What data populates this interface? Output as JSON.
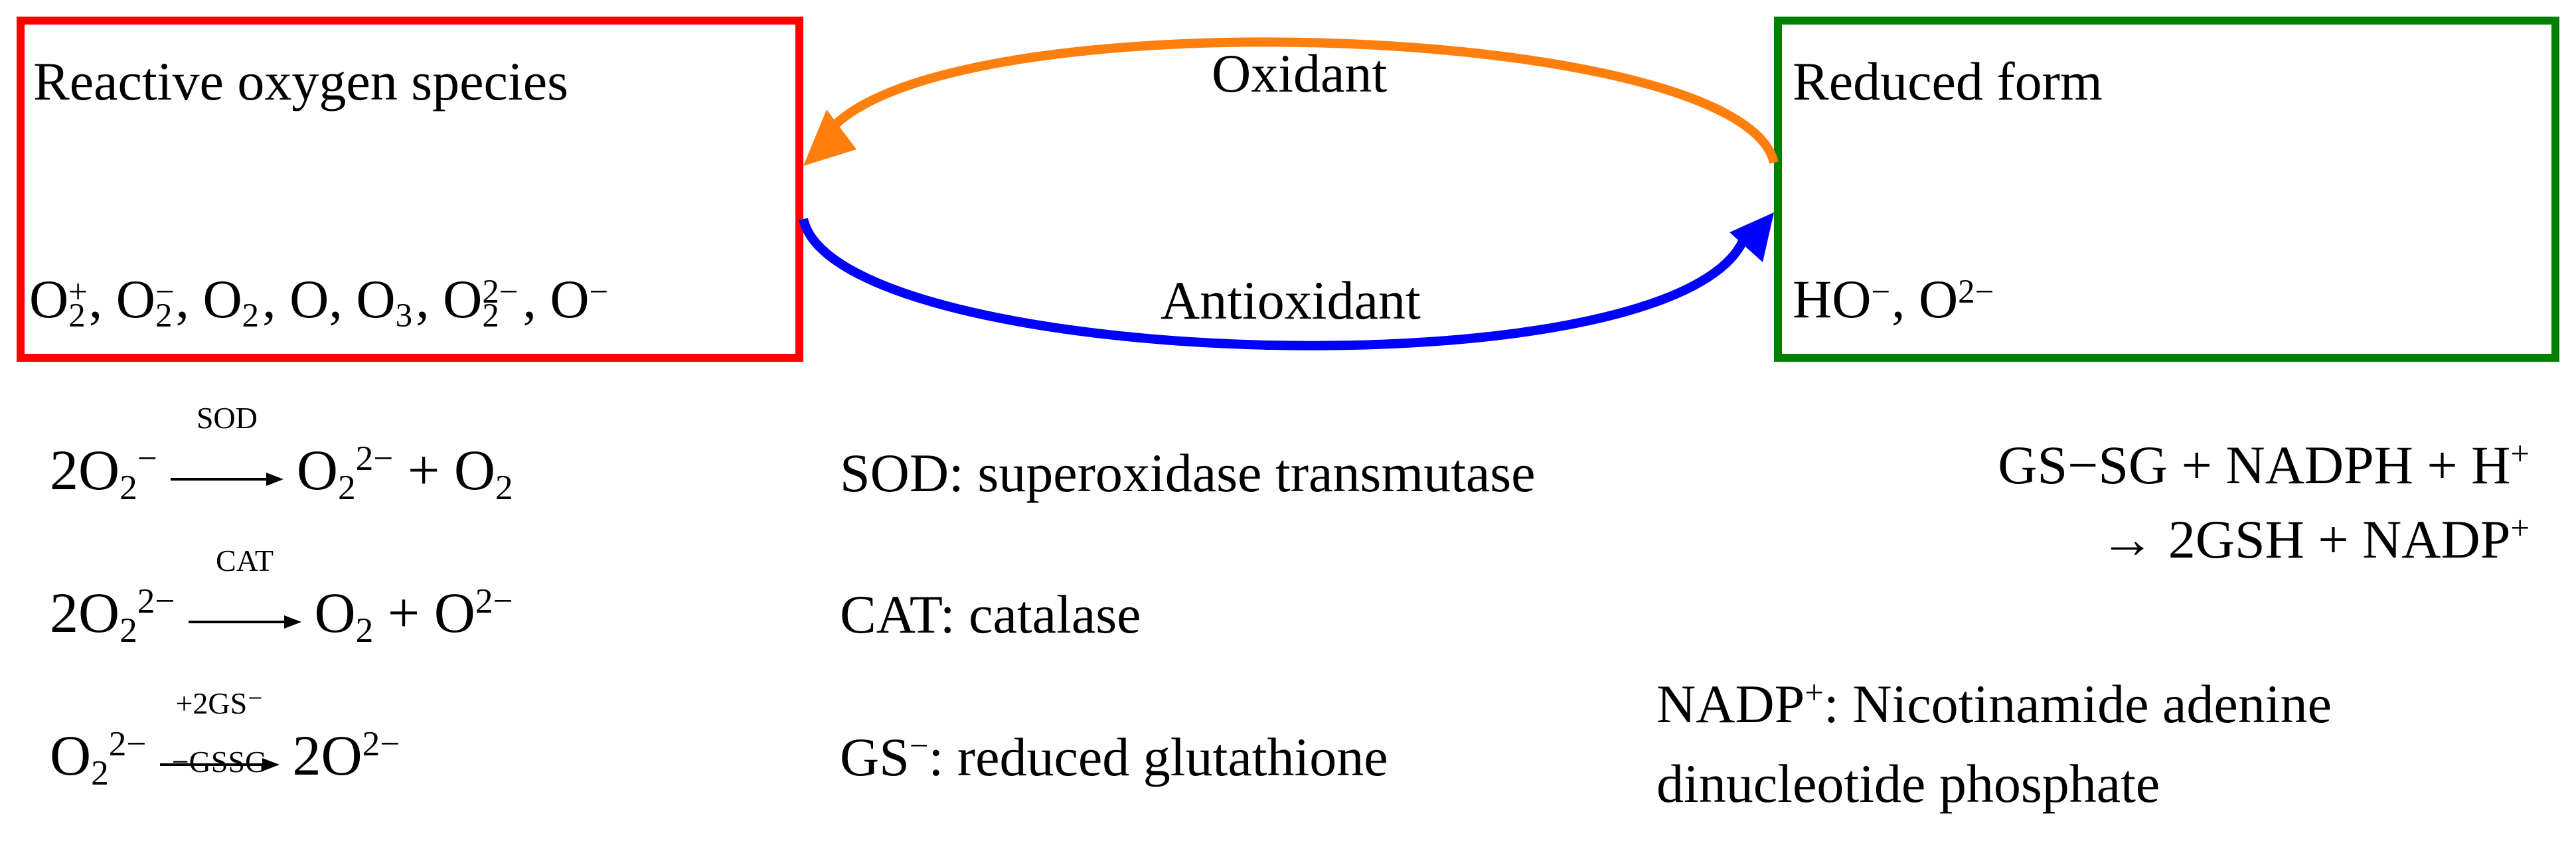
{
  "colors": {
    "ros_box": "#ff0000",
    "reduced_box": "#008000",
    "oxidant_arrow": "#ff7f0e",
    "antioxidant_arrow": "#0000ff"
  },
  "ros_box": {
    "title": "Reactive oxygen species",
    "species": [
      {
        "base": "O",
        "sub": "2",
        "sup": "+",
        "sep": ", "
      },
      {
        "base": "O",
        "sub": "2",
        "sup": "−",
        "sep": ", "
      },
      {
        "base": "O",
        "sub": "2",
        "sup": "",
        "sep": ", "
      },
      {
        "base": "O",
        "sub": "",
        "sup": "",
        "sep": ", "
      },
      {
        "base": "O",
        "sub": "3",
        "sup": "",
        "sep": ", "
      },
      {
        "base": "O",
        "sub": "2",
        "sup": "2−",
        "sep": ", "
      },
      {
        "base": "O",
        "sub": "",
        "sup": "−",
        "sep": ""
      }
    ]
  },
  "reduced_box": {
    "title": "Reduced form",
    "species": [
      {
        "base": "HO",
        "sub": "",
        "sup": "−",
        "sep": ", "
      },
      {
        "base": "O",
        "sub": "",
        "sup": "2−",
        "sep": ""
      }
    ]
  },
  "arrows": {
    "oxidant_label": "Oxidant",
    "antioxidant_label": "Antioxidant"
  },
  "reactions": [
    {
      "left": [
        {
          "t": "2O"
        },
        {
          "sub": "2"
        },
        {
          "sup": "−"
        }
      ],
      "label_top": "SOD",
      "label_bottom": "",
      "right": [
        {
          "t": "O"
        },
        {
          "sub": "2"
        },
        {
          "sup": "2−"
        },
        {
          "t": " + O"
        },
        {
          "sub": "2"
        }
      ]
    },
    {
      "left": [
        {
          "t": "2O"
        },
        {
          "sub": "2"
        },
        {
          "sup": "2−"
        }
      ],
      "label_top": "CAT",
      "label_bottom": "",
      "right": [
        {
          "t": "O"
        },
        {
          "sub": "2"
        },
        {
          "t": " + O"
        },
        {
          "sup": "2−"
        }
      ]
    },
    {
      "left": [
        {
          "t": "O"
        },
        {
          "sub": "2"
        },
        {
          "sup": "2−"
        }
      ],
      "label_top": "+2GS⁻",
      "label_bottom": "−GSSG",
      "right": [
        {
          "t": "2O"
        },
        {
          "sup": "2−"
        }
      ]
    }
  ],
  "definitions": [
    {
      "parts": [
        {
          "t": "SOD: superoxidase transmutase"
        }
      ]
    },
    {
      "parts": [
        {
          "t": "CAT: catalase"
        }
      ]
    },
    {
      "parts": [
        {
          "t": "GS"
        },
        {
          "sup": "−"
        },
        {
          "t": ": reduced glutathione"
        }
      ]
    }
  ],
  "gsh_reaction": {
    "line1": [
      {
        "t": "GS−SG + NADPH + H"
      },
      {
        "sup": "+"
      }
    ],
    "line2": [
      {
        "t": "→ 2GSH + NADP"
      },
      {
        "sup": "+"
      }
    ]
  },
  "nadp_definition": {
    "line1": [
      {
        "t": "NADP"
      },
      {
        "sup": "+"
      },
      {
        "t": ": Nicotinamide adenine"
      }
    ],
    "line2": [
      {
        "t": "dinucleotide phosphate"
      }
    ]
  }
}
